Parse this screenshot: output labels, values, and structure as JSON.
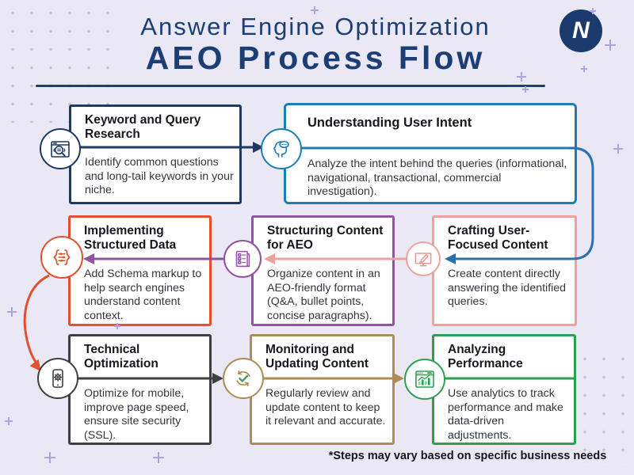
{
  "header": {
    "subtitle": "Answer Engine Optimization",
    "title": "AEO Process Flow",
    "logo_letter": "N"
  },
  "footer": {
    "note": "*Steps may vary based on specific business needs"
  },
  "colors": {
    "background": "#eae8f5",
    "header_text": "#1c3e74",
    "underline": "#1c3e74",
    "logo_bg": "#1c3a6d",
    "footer_text": "#16161e",
    "connector_blue": "#2a6eb3",
    "dot_color": "#c6c3d2",
    "plus_color": "#aba4e3",
    "box_fill": "#ffffff",
    "check_green": "#3f9e5f"
  },
  "steps": [
    {
      "title": "Keyword and Query Research",
      "body": "Identify common questions and long-tail keywords in your niche.",
      "color": "#1f3864",
      "icon": "browser-search-icon"
    },
    {
      "title": "Understanding User Intent",
      "body": "Analyze the intent behind the queries (informational, navigational, transactional, commercial investigation).",
      "color": "#1b7fb5",
      "icon": "head-speech-icon"
    },
    {
      "title": "Crafting User-Focused Content",
      "body": "Create content directly answering the identified queries.",
      "color": "#f2a09c",
      "icon": "monitor-pencil-icon"
    },
    {
      "title": "Structuring Content for AEO",
      "body": "Organize content in an AEO-friendly format (Q&A, bullet points, concise paragraphs).",
      "color": "#9253a1",
      "icon": "checklist-icon"
    },
    {
      "title": "Implementing Structured Data",
      "body": "Add Schema markup to help search engines understand content context.",
      "color": "#e0522f",
      "icon": "schema-braces-icon"
    },
    {
      "title": "Technical Optimization",
      "body": "Optimize for mobile, improve page speed, ensure site security (SSL).",
      "color": "#3f3f3f",
      "icon": "mobile-gear-icon"
    },
    {
      "title": "Monitoring and Updating Content",
      "body": "Regularly review and update content to keep it relevant and accurate.",
      "color": "#ad8d55",
      "icon": "refresh-check-icon"
    },
    {
      "title": "Analyzing Performance",
      "body": "Use analytics to track performance and make data-driven adjustments.",
      "color": "#2f9e50",
      "icon": "analytics-chart-icon"
    }
  ]
}
